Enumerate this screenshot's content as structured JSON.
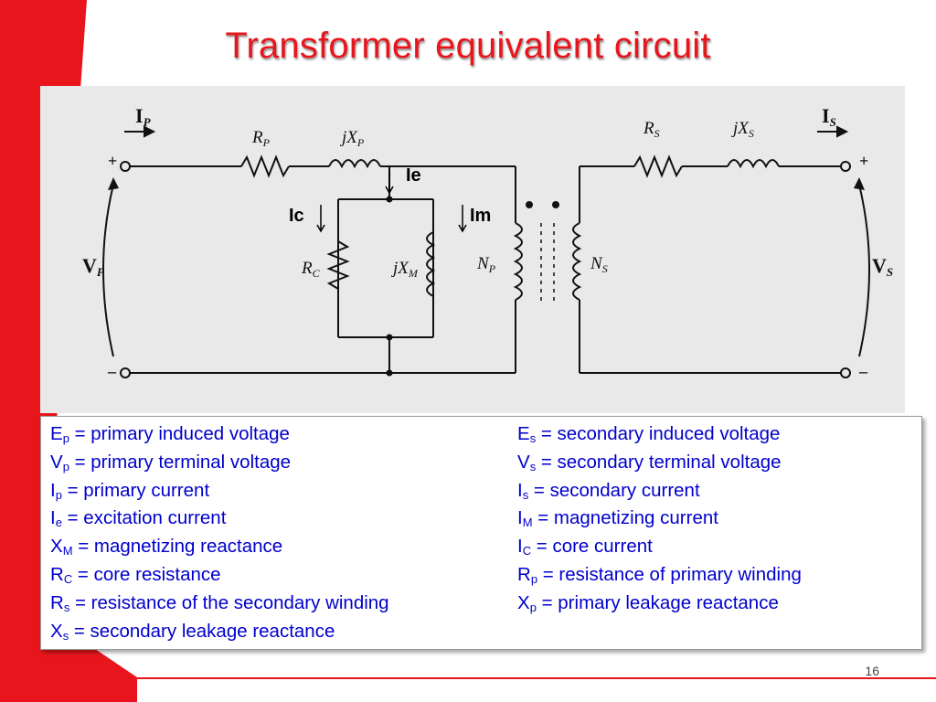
{
  "slide": {
    "title": "Transformer equivalent circuit",
    "page_number": "16",
    "accent_color": "#e8161c",
    "definition_color": "#0000cc"
  },
  "circuit": {
    "labels": {
      "ip": "I",
      "ip_sub": "P",
      "is": "I",
      "is_sub": "S",
      "rp": "R",
      "rp_sub": "P",
      "xp": "jX",
      "xp_sub": "P",
      "rs": "R",
      "rs_sub": "S",
      "xs": "jX",
      "xs_sub": "S",
      "rc": "R",
      "rc_sub": "C",
      "xm": "jX",
      "xm_sub": "M",
      "np": "N",
      "np_sub": "P",
      "ns": "N",
      "ns_sub": "S",
      "vp": "V",
      "vp_sub": "P",
      "vs": "V",
      "vs_sub": "S",
      "plus": "+",
      "minus": "–"
    },
    "annotations": {
      "ie": "Ie",
      "ic": "Ic",
      "im": "Im"
    }
  },
  "definitions": {
    "left": [
      {
        "sym": "E",
        "sub": "p",
        "text": " = primary induced voltage"
      },
      {
        "sym": "V",
        "sub": "p",
        "text": " = primary terminal voltage"
      },
      {
        "sym": "I",
        "sub": "p",
        "text": " = primary current"
      },
      {
        "sym": "I",
        "sub": "e",
        "text": " = excitation current"
      },
      {
        "sym": "X",
        "sub": "M",
        "text": " = magnetizing reactance"
      },
      {
        "sym": "R",
        "sub": "C",
        "text": " = core resistance"
      },
      {
        "sym": "R",
        "sub": "s",
        "text": " = resistance of the secondary winding"
      },
      {
        "sym": "X",
        "sub": "s",
        "text": " = secondary leakage reactance"
      }
    ],
    "right": [
      {
        "sym": "E",
        "sub": "s",
        "text": " = secondary induced voltage"
      },
      {
        "sym": "V",
        "sub": "s",
        "text": " = secondary terminal voltage"
      },
      {
        "sym": "I",
        "sub": "s",
        "text": " = secondary current"
      },
      {
        "sym": "I",
        "sub": "M",
        "text": " = magnetizing current"
      },
      {
        "sym": "I",
        "sub": "C",
        "text": " = core current"
      },
      {
        "sym": "R",
        "sub": "p",
        "text": " = resistance of primary winding"
      },
      {
        "sym": "X",
        "sub": "p",
        "text": " = primary leakage reactance"
      }
    ]
  }
}
